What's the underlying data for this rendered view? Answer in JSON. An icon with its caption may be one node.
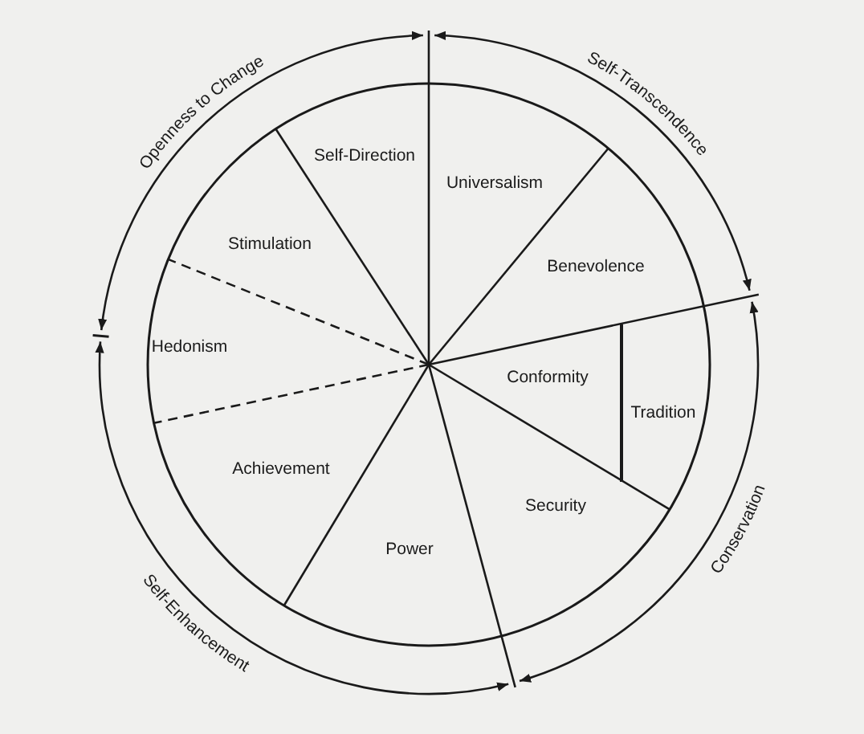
{
  "diagram": {
    "nodes": [
      {
        "text": [
          "Self-Direction"
        ]
      },
      {
        "text": [
          "Universalism"
        ]
      },
      {
        "text": [
          "Stimulation"
        ]
      },
      {
        "text": [
          "Benevolence"
        ]
      },
      {
        "text": [
          "Hedonism"
        ]
      },
      {
        "text": [
          "Conformity"
        ]
      },
      {
        "text": [
          "Tradition"
        ]
      },
      {
        "text": [
          "Achievement"
        ]
      },
      {
        "text": [
          "Security"
        ]
      },
      {
        "text": [
          "Power"
        ]
      }
    ],
    "edges": [],
    "labels": [
      "Openness to Change",
      "Self-Transcendence",
      "Conservation",
      "Self-Enhancement"
    ]
  }
}
